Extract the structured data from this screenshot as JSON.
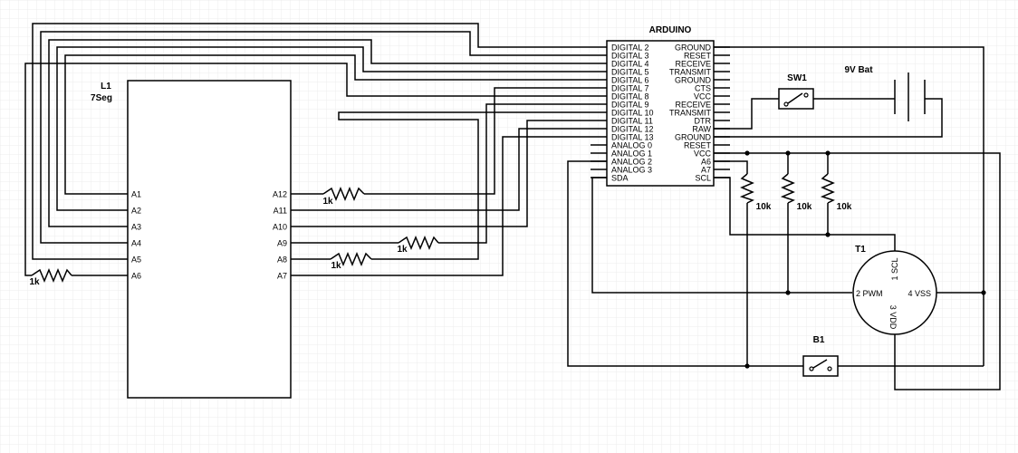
{
  "arduino": {
    "title": "ARDUINO",
    "left_pins": [
      "DIGITAL 2",
      "DIGITAL 3",
      "DIGITAL 4",
      "DIGITAL 5",
      "DIGITAL 6",
      "DIGITAL 7",
      "DIGITAL 8",
      "DIGITAL 9",
      "DIGITAL 10",
      "DIGITAL 11",
      "DIGITAL 12",
      "DIGITAL 13",
      "ANALOG 0",
      "ANALOG 1",
      "ANALOG 2",
      "ANALOG 3",
      "SDA"
    ],
    "right_pins": [
      "GROUND",
      "RESET",
      "RECEIVE",
      "TRANSMIT",
      "GROUND",
      "CTS",
      "VCC",
      "RECEIVE",
      "TRANSMIT",
      "DTR",
      "RAW",
      "GROUND",
      "RESET",
      "VCC",
      "A6",
      "A7",
      "SCL"
    ]
  },
  "display": {
    "ref": "L1",
    "type": "7Seg",
    "left_pins": [
      "A1",
      "A2",
      "A3",
      "A4",
      "A5",
      "A6"
    ],
    "right_pins": [
      "A12",
      "A11",
      "A10",
      "A9",
      "A8",
      "A7"
    ]
  },
  "resistors": {
    "r_a6": "1k",
    "r_a12": "1k",
    "r_a9": "1k",
    "r_a8": "1k",
    "r_pull1": "10k",
    "r_pull2": "10k",
    "r_pull3": "10k"
  },
  "switch": {
    "ref": "SW1"
  },
  "battery": {
    "label": "9V Bat"
  },
  "button": {
    "ref": "B1"
  },
  "sensor": {
    "ref": "T1",
    "pin1": "1 SCL",
    "pin2": "2 PWM",
    "pin3": "3 VDD",
    "pin4": "4 VSS"
  },
  "colors": {
    "background": "#ffffff",
    "grid": "#e6e6e6",
    "ink": "#000000"
  }
}
